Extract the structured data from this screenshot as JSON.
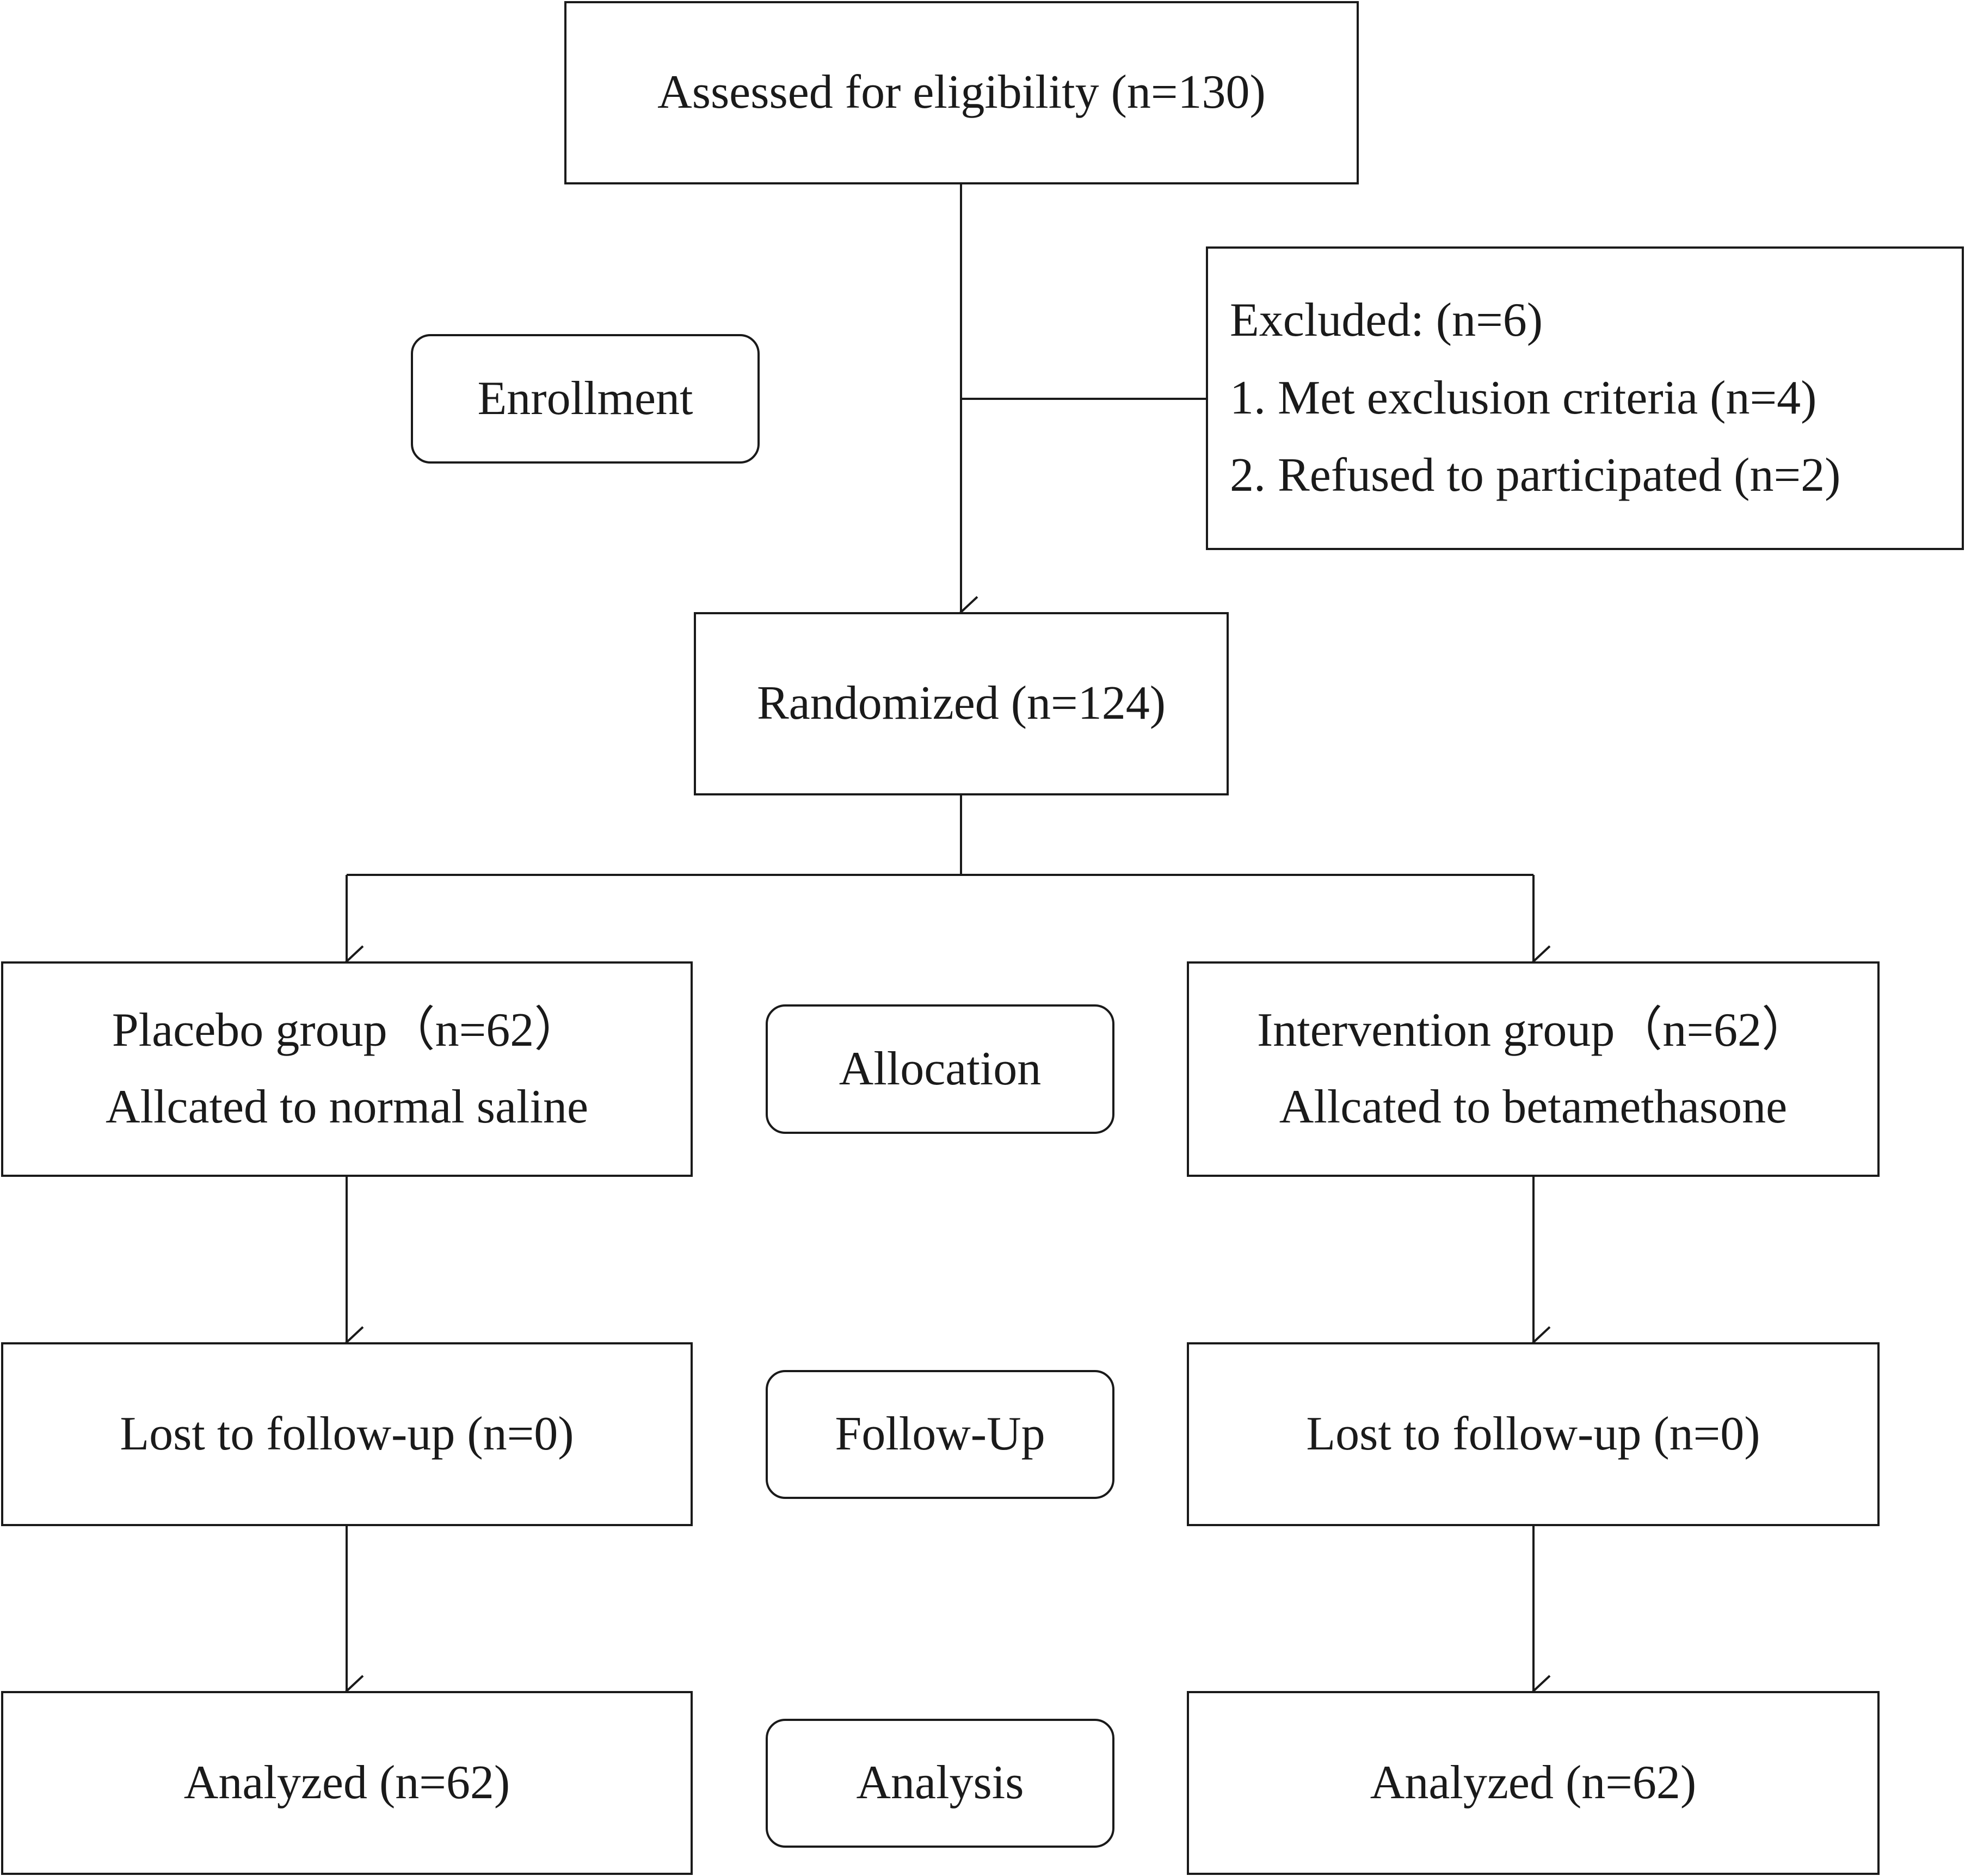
{
  "boxes": {
    "assessed": {
      "text": "Assessed for eligibility (n=130)"
    },
    "excluded": {
      "line1": "Excluded: (n=6)",
      "line2": "1. Met exclusion criteria (n=4)",
      "line3": "2. Refused to participated (n=2)"
    },
    "randomized": {
      "text": "Randomized (n=124)"
    },
    "placebo": {
      "line1": "Placebo group（n=62）",
      "line2": "Allcated to normal saline"
    },
    "intervention": {
      "line1": "Intervention group（n=62）",
      "line2": "Allcated to betamethasone"
    },
    "lost_left": {
      "text": "Lost to follow-up (n=0)"
    },
    "lost_right": {
      "text": "Lost to follow-up (n=0)"
    },
    "analyzed_left": {
      "text": "Analyzed (n=62)"
    },
    "analyzed_right": {
      "text": "Analyzed (n=62)"
    }
  },
  "stages": {
    "enrollment": "Enrollment",
    "allocation": "Allocation",
    "follow_up": "Follow-Up",
    "analysis": "Analysis"
  }
}
